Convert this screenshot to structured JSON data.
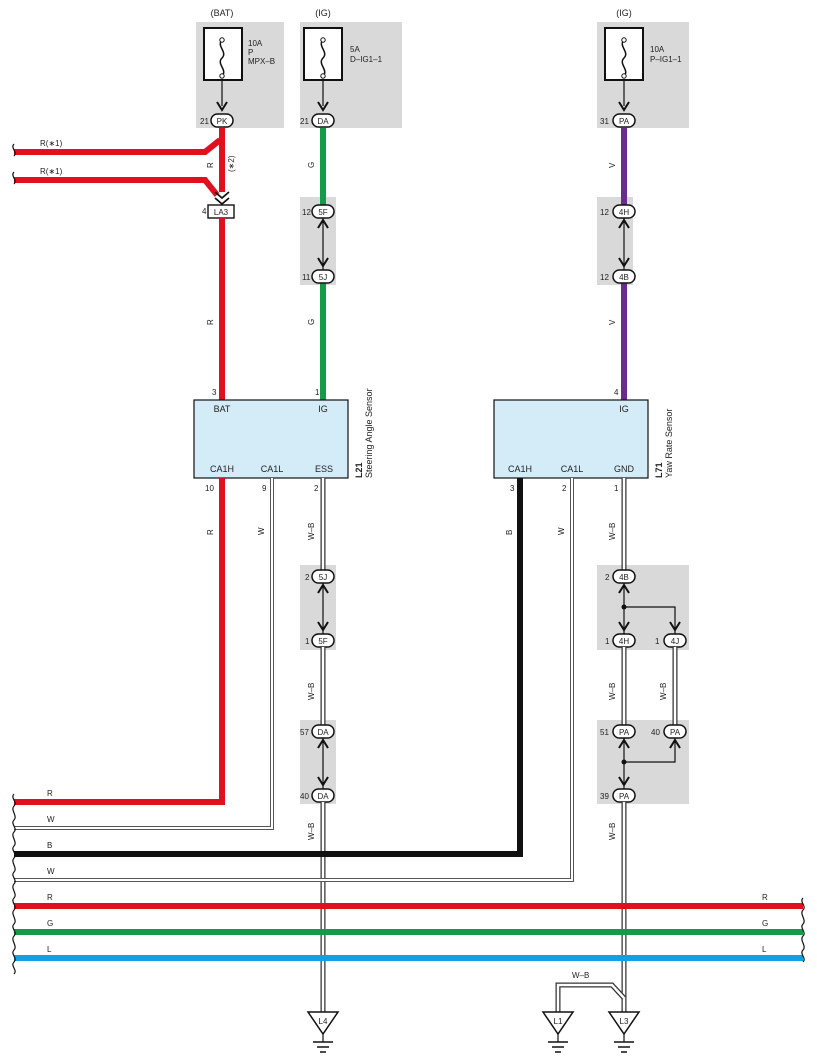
{
  "colors": {
    "red": "#e2101f",
    "green": "#149a48",
    "violet": "#6b2b8c",
    "black": "#111111",
    "blue": "#13a0de",
    "gray_box": "#d9d9d9",
    "ecu_fill": "#d4ebf8"
  },
  "fuses": [
    {
      "header": "(BAT)",
      "line1": "10A",
      "line2": "P",
      "line3": "MPX–B",
      "pin": "21",
      "connector": "PK"
    },
    {
      "header": "(IG)",
      "line1": "5A",
      "line2": "D–IG1–1",
      "pin": "21",
      "connector": "DA"
    },
    {
      "header": "(IG)",
      "line1": "10A",
      "line2": "P–IG1–1",
      "pin": "31",
      "connector": "PA"
    }
  ],
  "wires": {
    "r1_a": "R(∗1)",
    "r1_b": "R(∗1)",
    "r_note": "R",
    "star2": "(∗2)",
    "g_top": "G",
    "g_mid": "G",
    "v_top": "V",
    "v_mid": "V",
    "r_mid": "R",
    "r_low": "R",
    "w_ca1l": "W",
    "wb_ess": "W–B",
    "wb_mid": "W–B",
    "wb_low": "W–B",
    "b_ca1h": "B",
    "w_ca1l_2": "W",
    "wb_gnd": "W–B",
    "wb_left": "W–B",
    "wb_right": "W–B",
    "wb_gnd2": "W–B",
    "wb_l1": "W–B"
  },
  "bus": [
    {
      "label": "R"
    },
    {
      "label": "W"
    },
    {
      "label": "B"
    },
    {
      "label": "W"
    },
    {
      "label": "R",
      "label_right": "R"
    },
    {
      "label": "G",
      "label_right": "G"
    },
    {
      "label": "L",
      "label_right": "L"
    }
  ],
  "connectors": {
    "la3": {
      "pin": "4",
      "name": "LA3"
    },
    "c5f_top": {
      "pin": "12",
      "name": "5F"
    },
    "c5j_top": {
      "pin": "11",
      "name": "5J"
    },
    "c4h_top": {
      "pin": "12",
      "name": "4H"
    },
    "c4b_top": {
      "pin": "12",
      "name": "4B"
    },
    "c5j_low": {
      "pin": "2",
      "name": "5J"
    },
    "c5f_low": {
      "pin": "1",
      "name": "5F"
    },
    "cda_57": {
      "pin": "57",
      "name": "DA"
    },
    "cda_40": {
      "pin": "40",
      "name": "DA"
    },
    "c4b_low": {
      "pin": "2",
      "name": "4B"
    },
    "c4h_low": {
      "pin": "1",
      "name": "4H"
    },
    "c4j_low": {
      "pin": "1",
      "name": "4J"
    },
    "cpa_51": {
      "pin": "51",
      "name": "PA"
    },
    "cpa_40": {
      "pin": "40",
      "name": "PA"
    },
    "cpa_39": {
      "pin": "39",
      "name": "PA"
    }
  },
  "sensors": {
    "steering": {
      "id": "L21",
      "name": "Steering Angle Sensor",
      "pin_bat": "3",
      "pin_ig": "1",
      "lbl_bat": "BAT",
      "lbl_ig": "IG",
      "lbl_ca1h": "CA1H",
      "lbl_ca1l": "CA1L",
      "lbl_ess": "ESS",
      "pin_ca1h": "10",
      "pin_ca1l": "9",
      "pin_ess": "2"
    },
    "yaw": {
      "id": "L71",
      "name": "Yaw Rate Sensor",
      "pin_ig": "4",
      "lbl_ig": "IG",
      "lbl_ca1h": "CA1H",
      "lbl_ca1l": "CA1L",
      "lbl_gnd": "GND",
      "pin_ca1h": "3",
      "pin_ca1l": "2",
      "pin_gnd": "1"
    }
  },
  "grounds": [
    {
      "name": "L4"
    },
    {
      "name": "L1"
    },
    {
      "name": "L3"
    }
  ]
}
